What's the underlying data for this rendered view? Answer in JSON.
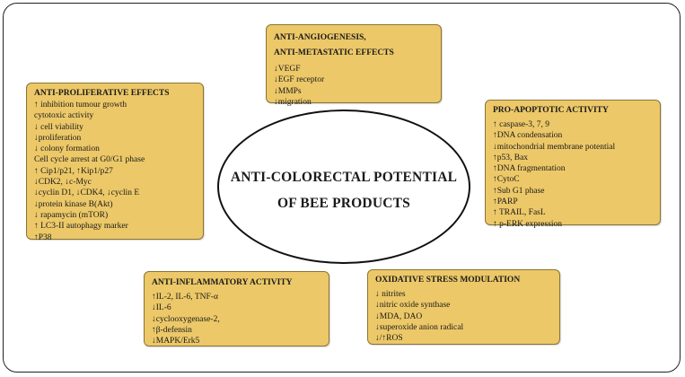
{
  "center": {
    "line1": "ANTI-COLORECTAL POTENTIAL",
    "line2": "OF BEE PRODUCTS"
  },
  "boxes": {
    "angiogenesis": {
      "title_line1": "ANTI-ANGIOGENESIS,",
      "title_line2": "ANTI-METASTATIC EFFECTS",
      "items": [
        "↓VEGF",
        "↓EGF receptor",
        "↓MMPs",
        "↓migration"
      ]
    },
    "proliferative": {
      "title": "ANTI-PROLIFERATIVE EFFECTS",
      "items": [
        "↑ inhibition tumour growth",
        "cytotoxic activity",
        "↓ cell viability",
        "↓proliferation",
        "↓ colony formation",
        "Cell cycle arrest at G0/G1 phase",
        "↑ Cip1/p21, ↑Kip1/p27",
        "↓CDK2, ↓c-Myc",
        "↓cyclin D1, ↓CDK4, ↓cyclin E",
        "↓protein kinase B(Akt)",
        "↓ rapamycin (mTOR)",
        "↑ LC3-II autophagy marker",
        "↑P38"
      ]
    },
    "apoptotic": {
      "title": "PRO-APOPTOTIC ACTIVITY",
      "items": [
        "↑ caspase-3, 7, 9",
        "↑DNA condensation",
        "↓mitochondrial membrane potential",
        "↑p53, Bax",
        "↑DNA fragmentation",
        "↑CytoC",
        "↑Sub G1 phase",
        "↑PARP",
        "↑ TRAIL, FasL",
        "↑ p-ERK expression"
      ]
    },
    "inflammatory": {
      "title": "ANTI-INFLAMMATORY ACTIVITY",
      "items": [
        "↑IL-2, IL-6, TNF-α",
        "↓IL-6",
        "↓cyclooxygenase-2,",
        "↑β-defensin",
        "↓MAPK/Erk5"
      ]
    },
    "oxidative": {
      "title": "OXIDATIVE STRESS MODULATION",
      "items": [
        "↓ nitrites",
        "↓nitric oxide synthase",
        "↓MDA, DAO",
        "↓superoxide anion radical",
        "↓/↑ROS"
      ]
    }
  },
  "colors": {
    "box_fill": "#ecc868",
    "box_border": "#8a7434"
  }
}
